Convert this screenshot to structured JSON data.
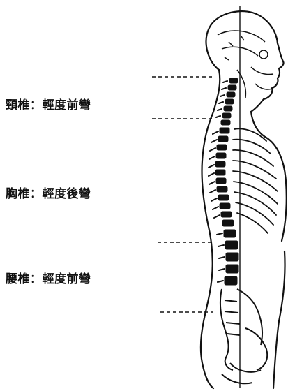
{
  "labels": {
    "cervical": "頸椎：輕度前彎",
    "thoracic": "胸椎：輕度後彎",
    "lumbar": "腰椎：輕度前彎"
  },
  "colors": {
    "ink": "#111111",
    "background": "#ffffff"
  }
}
